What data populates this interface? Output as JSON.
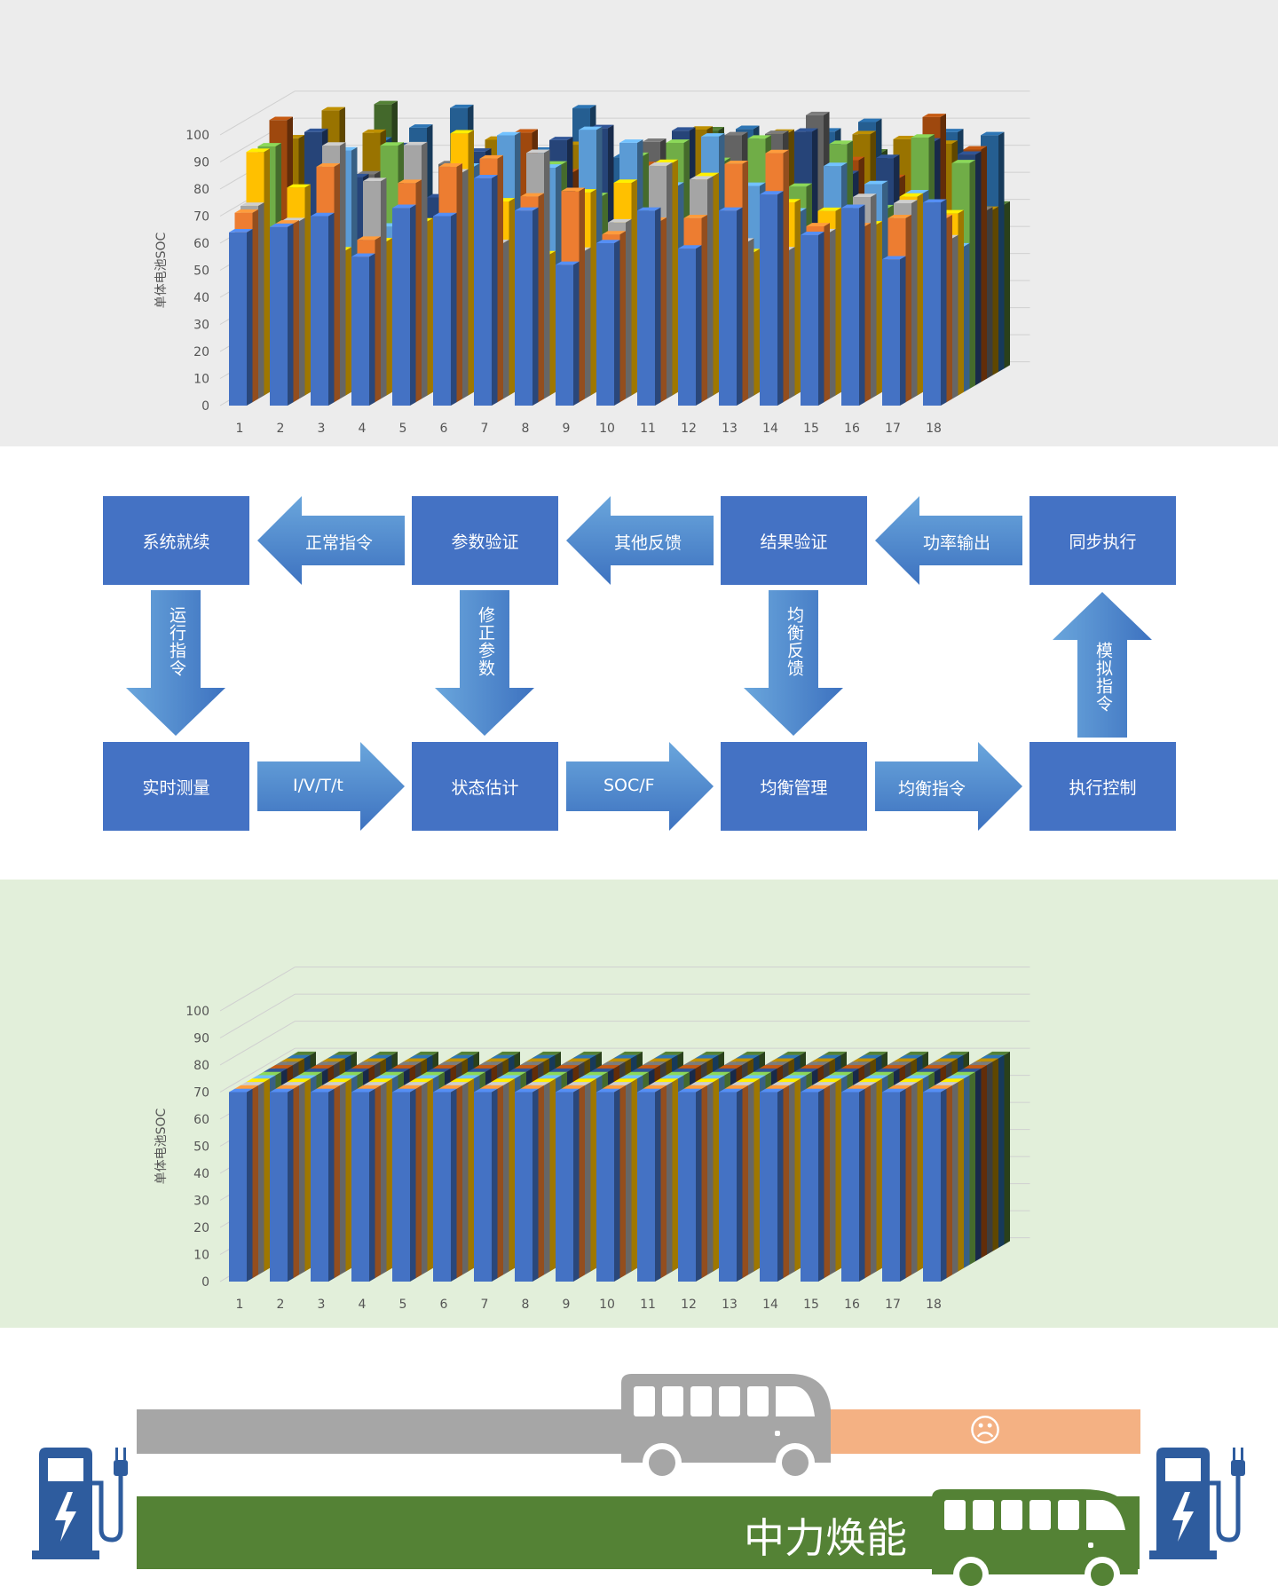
{
  "colors": {
    "chart1_bg": "#ececec",
    "chart2_bg": "#e2efda",
    "flow_box": "#4472c4",
    "flow_arrow_light": "#5b9bd5",
    "flow_arrow_dark": "#3f73c0",
    "bus_gray": "#a6a6a6",
    "bus_orange": "#f4b183",
    "bus_green": "#548235",
    "charger_blue": "#2e5c9e",
    "series": [
      "#4472c4",
      "#ed7d31",
      "#a5a5a5",
      "#ffc000",
      "#5b9bd5",
      "#70ad47",
      "#264478",
      "#9e480e",
      "#636363",
      "#997300",
      "#255e91",
      "#43682b"
    ]
  },
  "chart1": {
    "ylabel": "单体电池SOC",
    "yticks": [
      "0",
      "10",
      "20",
      "30",
      "40",
      "50",
      "60",
      "70",
      "80",
      "90",
      "100"
    ],
    "xticks": [
      "1",
      "2",
      "3",
      "4",
      "5",
      "6",
      "7",
      "8",
      "9",
      "10",
      "11",
      "12",
      "13",
      "14",
      "15",
      "16",
      "17",
      "18"
    ]
  },
  "chart2": {
    "ylabel": "单体电池SOC",
    "yticks": [
      "0",
      "10",
      "20",
      "30",
      "40",
      "50",
      "60",
      "70",
      "80",
      "90",
      "100"
    ],
    "xticks": [
      "1",
      "2",
      "3",
      "4",
      "5",
      "6",
      "7",
      "8",
      "9",
      "10",
      "11",
      "12",
      "13",
      "14",
      "15",
      "16",
      "17",
      "18"
    ]
  },
  "chart_data": [
    {
      "type": "bar",
      "subtype": "3d-column",
      "ylabel": "单体电池SOC",
      "ylim": [
        0,
        100
      ],
      "categories": [
        "1",
        "2",
        "3",
        "4",
        "5",
        "6",
        "7",
        "8",
        "9",
        "10",
        "11",
        "12",
        "13",
        "14",
        "15",
        "16",
        "17",
        "18"
      ],
      "series_count": 12,
      "front_series_values": [
        64,
        66,
        70,
        55,
        73,
        70,
        84,
        72,
        52,
        60,
        72,
        58,
        72,
        78,
        63,
        73,
        54,
        75
      ],
      "second_series_values": [
        70,
        66,
        87,
        60,
        81,
        87,
        90,
        76,
        78,
        62,
        67,
        68,
        88,
        92,
        65,
        65,
        68,
        68
      ],
      "note_values": "uneven SOC per cell (unbalanced)"
    },
    {
      "type": "bar",
      "subtype": "3d-column",
      "ylabel": "单体电池SOC",
      "ylim": [
        0,
        100
      ],
      "categories": [
        "1",
        "2",
        "3",
        "4",
        "5",
        "6",
        "7",
        "8",
        "9",
        "10",
        "11",
        "12",
        "13",
        "14",
        "15",
        "16",
        "17",
        "18"
      ],
      "series_count": 12,
      "uniform_value": 70
    }
  ],
  "flow": {
    "boxes": {
      "system_ready": "系统就续",
      "param_verify": "参数验证",
      "result_verify": "结果验证",
      "sync_exec": "同步执行",
      "realtime_measure": "实时测量",
      "state_estimate": "状态估计",
      "balance_manage": "均衡管理",
      "exec_control": "执行控制"
    },
    "arrows": {
      "normal_cmd": "正常指令",
      "other_feedback": "其他反馈",
      "power_output": "功率输出",
      "run_cmd": "运行指令",
      "correct_params": "修正参数",
      "balance_feedback": "均衡反馈",
      "sim_cmd": "模拟指令",
      "ivtt": "I/V/T/t",
      "socf": "SOC/F",
      "balance_cmd": "均衡指令"
    }
  },
  "bus_scene": {
    "sad_face": "☹",
    "brand_text": "中力焕能"
  }
}
